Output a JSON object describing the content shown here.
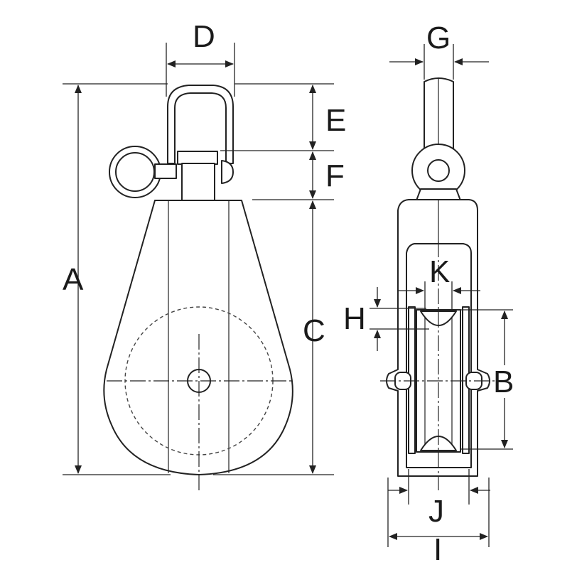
{
  "diagram": {
    "labels": {
      "A": "A",
      "B": "B",
      "C": "C",
      "D": "D",
      "E": "E",
      "F": "F",
      "G": "G",
      "H": "H",
      "I": "I",
      "J": "J",
      "K": "K"
    },
    "line_color": "#222222",
    "background": "#ffffff"
  }
}
